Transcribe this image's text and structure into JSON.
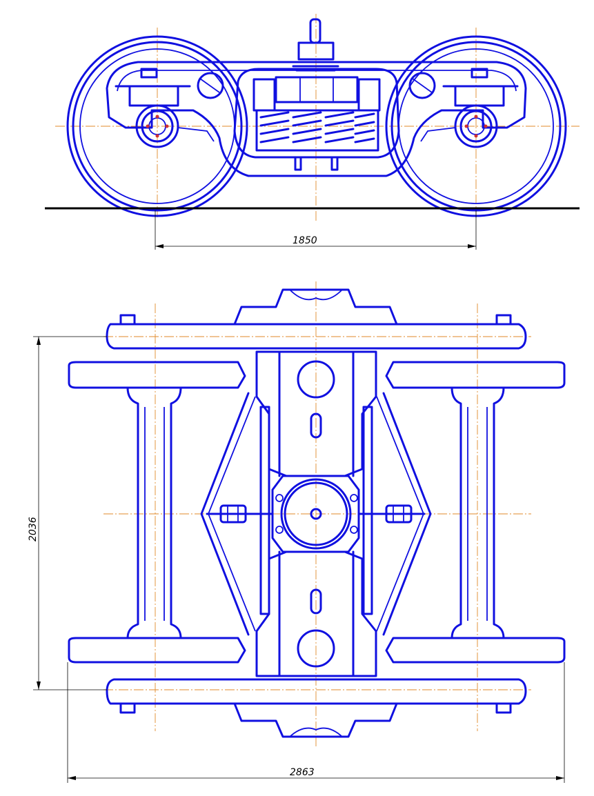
{
  "drawing": {
    "dimensions": {
      "wheelbase": "1850",
      "track_width": "2036",
      "overall_length": "2863"
    },
    "colors": {
      "outline": "#1010e0",
      "centerline": "#e08a2a",
      "dimension": "#000000"
    }
  }
}
